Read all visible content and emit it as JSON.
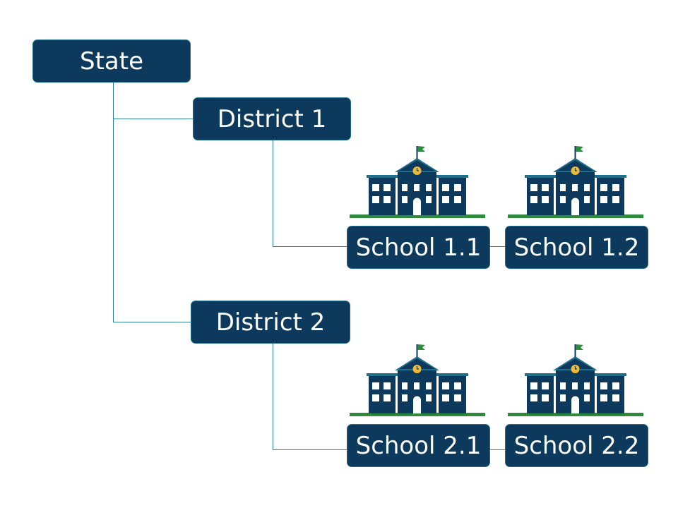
{
  "nodes": {
    "state": "State",
    "district1": "District 1",
    "district2": "District 2",
    "school11": "School 1.1",
    "school12": "School 1.2",
    "school21": "School 2.1",
    "school22": "School 2.2"
  },
  "colors": {
    "box": "#0d3a5c",
    "line": "#2a7f9a",
    "ground": "#2e8b3e",
    "clock": "#f5b82e"
  },
  "icons": [
    "school-building-icon"
  ]
}
